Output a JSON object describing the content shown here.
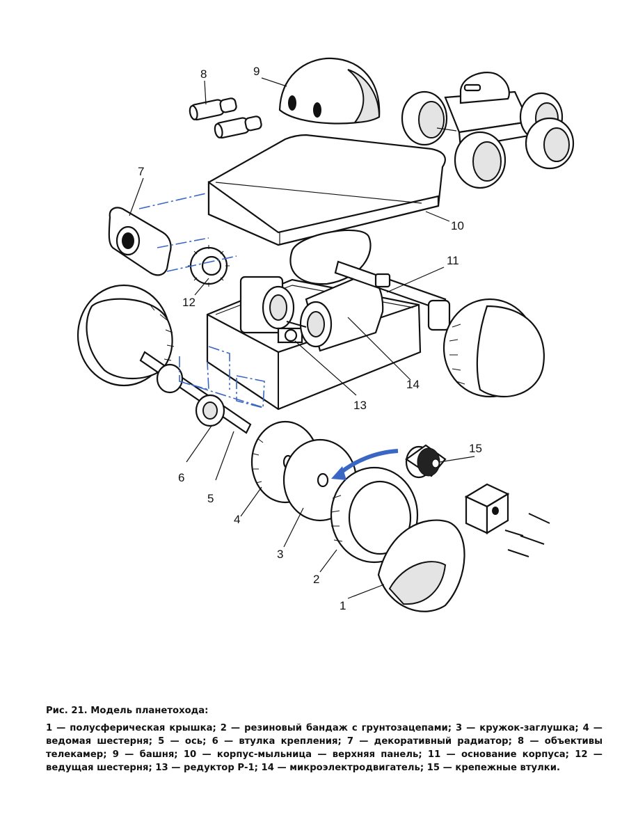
{
  "figure": {
    "callouts": {
      "1": "1",
      "2": "2",
      "3": "3",
      "4": "4",
      "5": "5",
      "6": "6",
      "7": "7",
      "8": "8",
      "9": "9",
      "10": "10",
      "11": "11",
      "12": "12",
      "13": "13",
      "14": "14",
      "15": "15"
    },
    "colors": {
      "line": "#111111",
      "guide": "#3a66c4",
      "shade": "#e4e4e4"
    }
  },
  "caption": {
    "title": "Рис. 21. Модель планетохода:",
    "text": "1 — полусферическая крышка; 2 — резиновый бандаж с грунтозацепами; 3 — кружок-заглушка; 4 — ведомая шестерня; 5 — ось; 6 — втулка крепления; 7 — декоративный радиатор; 8 — объективы телекамер; 9 — башня; 10 — корпус-мыльница — верхняя панель; 11 — основание корпуса; 12 — ведущая шестерня; 13 — редуктор Р-1; 14 — микроэлектродвигатель; 15 — крепежные втулки."
  }
}
